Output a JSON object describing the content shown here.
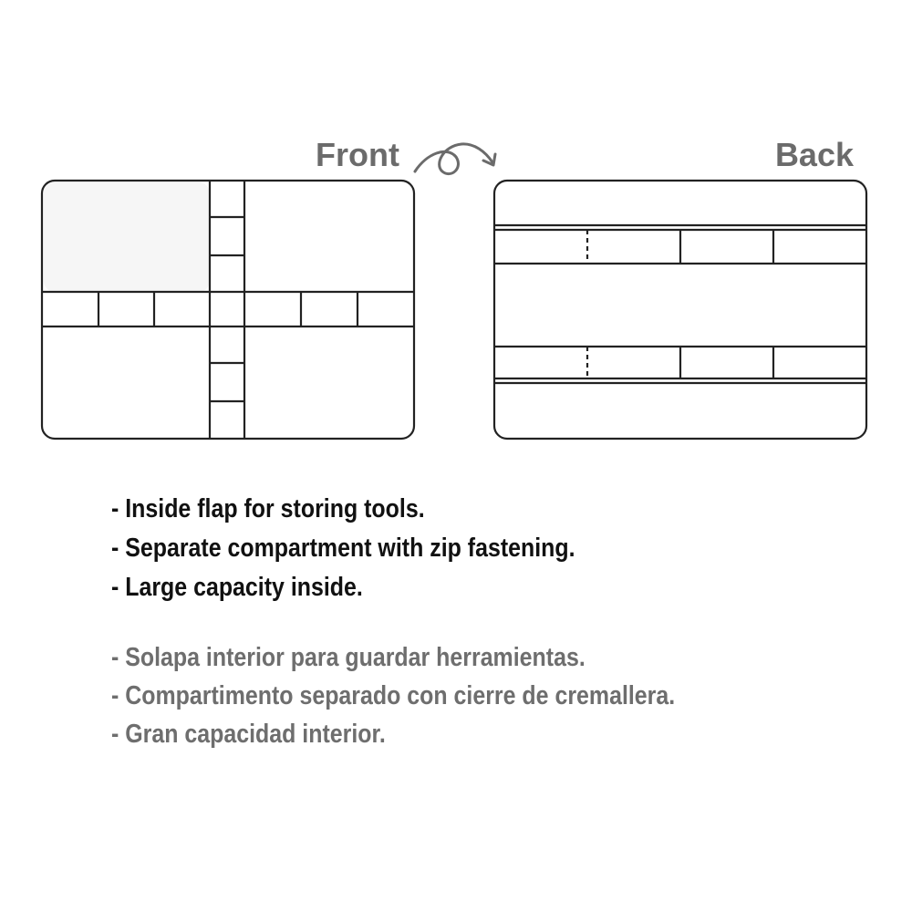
{
  "labels": {
    "front": "Front",
    "back": "Back"
  },
  "features_en": [
    "- Inside flap for storing tools.",
    "- Separate compartment with zip fastening.",
    "- Large capacity inside."
  ],
  "features_es": [
    "- Solapa interior para guardar herramientas.",
    "- Compartimento separado con cierre de cremallera.",
    "- Gran capacidad interior."
  ],
  "colors": {
    "outline": "#222222",
    "front_panel_fill": "#f6f6f6",
    "label_gray": "#6b6b6b",
    "english_text": "#111111",
    "spanish_text": "#6e6e6e"
  },
  "icons": {
    "flip": "curved-loop-arrow-icon"
  }
}
